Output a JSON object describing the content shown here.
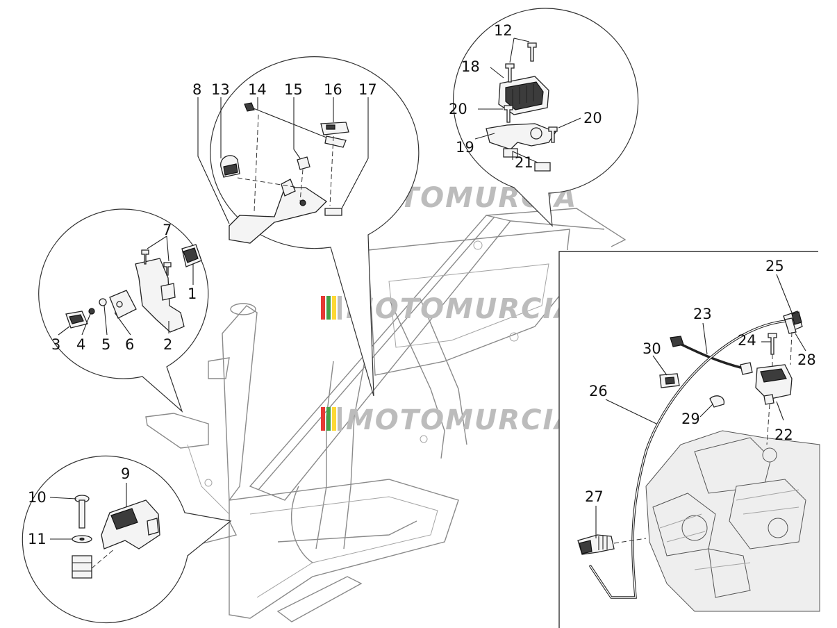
{
  "watermark": {
    "text": "MOTOMURCIA",
    "stripe_colors": [
      "#e53935",
      "#43a047",
      "#fdd835",
      "#bdbdbd"
    ]
  },
  "callouts": [
    "1",
    "2",
    "3",
    "4",
    "5",
    "6",
    "7",
    "8",
    "9",
    "10",
    "11",
    "12",
    "13",
    "14",
    "15",
    "16",
    "17",
    "18",
    "19",
    "20",
    "20",
    "21",
    "22",
    "23",
    "24",
    "25",
    "26",
    "27",
    "28",
    "29",
    "30"
  ]
}
